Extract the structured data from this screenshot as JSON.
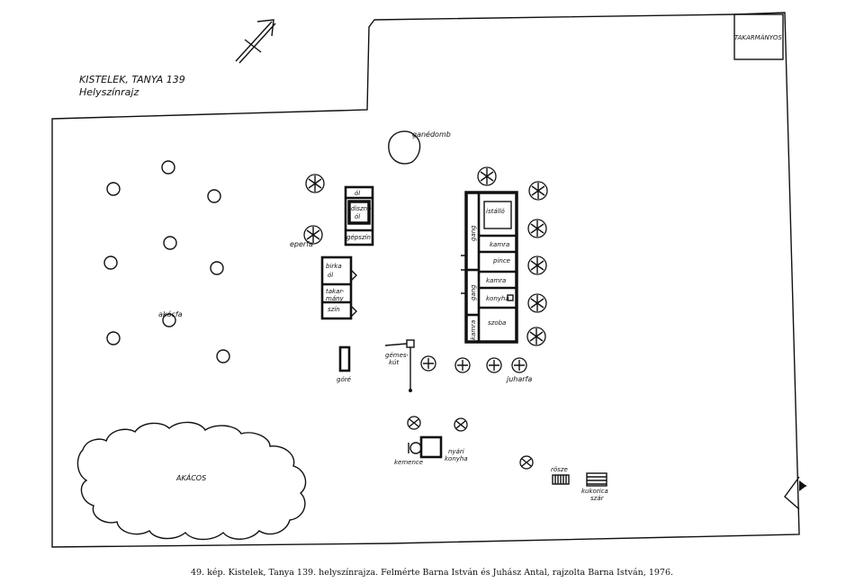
{
  "title": {
    "line1": "KISTELEK, TANYA 139",
    "line2": "Helyszínrajz"
  },
  "north_arrow": {
    "icon": "north-arrow-icon"
  },
  "labels": {
    "neighbor": "TAKARMÁNYOS",
    "manure": "ganédomb",
    "mulberry": "eperfa",
    "acacia_tree": "akácfa",
    "acacia_grove": "AKÁCOS",
    "maple": "juharfa",
    "corn_crib": "góré",
    "well": "gémes-\nkút",
    "oven": "kemence",
    "summer_kitchen": "nyári\nkonyha",
    "rack": "rösze",
    "corn_stalk": "kukorica\nszár"
  },
  "outbuildings": {
    "ol": "ól",
    "pigsty": "disznó\nól",
    "shed1": "gépszín",
    "sheep": "birka\nól",
    "fodder": "takar-\nmány",
    "shed2": "szín"
  },
  "house_rooms": {
    "stable": "istálló",
    "porch1": "gang",
    "pantry1": "kamra",
    "cellar": "pince",
    "pantry2": "kamra",
    "kitchen": "konyha",
    "porch2": "gang",
    "room": "szoba",
    "pantry3": "kamra"
  },
  "caption": "49. kép. Kistelek, Tanya 139. helyszínrajza. Felmérte Barna István és Juhász Antal, rajzolta Barna István, 1976."
}
